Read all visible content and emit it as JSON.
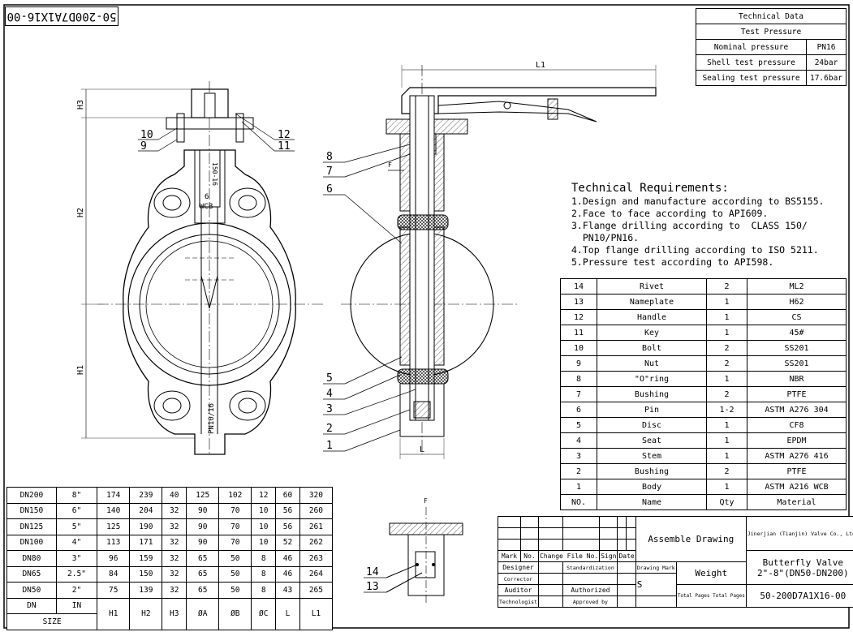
{
  "corner_code": "50-200D7A1X16-00",
  "technical_data": {
    "title": "Technical Data",
    "subtitle": "Test Pressure",
    "rows": [
      {
        "label": "Nominal pressure",
        "value": "PN16"
      },
      {
        "label": "Shell test pressure",
        "value": "24bar"
      },
      {
        "label": "Sealing test pressure",
        "value": "17.6bar"
      }
    ]
  },
  "technical_requirements": {
    "title": "Technical Requirements:",
    "lines": [
      "1.Design and manufacture according to BS5155.",
      "2.Face to face according to API609.",
      "3.Flange drilling according to  CLASS 150/",
      "  PN10/PN16.",
      "4.Top flange drilling according to ISO 5211.",
      "5.Pressure test according to API598."
    ]
  },
  "parts_list": {
    "header": {
      "no": "NO.",
      "name": "Name",
      "qty": "Qty",
      "material": "Material"
    },
    "rows": [
      {
        "no": "14",
        "name": "Rivet",
        "qty": "2",
        "material": "ML2"
      },
      {
        "no": "13",
        "name": "Nameplate",
        "qty": "1",
        "material": "H62"
      },
      {
        "no": "12",
        "name": "Handle",
        "qty": "1",
        "material": "CS"
      },
      {
        "no": "11",
        "name": "Key",
        "qty": "1",
        "material": "45#"
      },
      {
        "no": "10",
        "name": "Bolt",
        "qty": "2",
        "material": "SS201"
      },
      {
        "no": "9",
        "name": "Nut",
        "qty": "2",
        "material": "SS201"
      },
      {
        "no": "8",
        "name": "\"O\"ring",
        "qty": "1",
        "material": "NBR"
      },
      {
        "no": "7",
        "name": "Bushing",
        "qty": "2",
        "material": "PTFE"
      },
      {
        "no": "6",
        "name": "Pin",
        "qty": "1-2",
        "material": "ASTM A276 304"
      },
      {
        "no": "5",
        "name": "Disc",
        "qty": "1",
        "material": "CF8"
      },
      {
        "no": "4",
        "name": "Seat",
        "qty": "1",
        "material": "EPDM"
      },
      {
        "no": "3",
        "name": "Stem",
        "qty": "1",
        "material": "ASTM A276 416"
      },
      {
        "no": "2",
        "name": "Bushing",
        "qty": "2",
        "material": "PTFE"
      },
      {
        "no": "1",
        "name": "Body",
        "qty": "1",
        "material": "ASTM A216 WCB"
      }
    ]
  },
  "size_table": {
    "columns": [
      "H1",
      "H2",
      "H3",
      "ØA",
      "ØB",
      "ØC",
      "L",
      "L1"
    ],
    "dn_label": "DN",
    "in_label": "IN",
    "size_label": "SIZE",
    "rows": [
      {
        "dn": "DN200",
        "in": "8\"",
        "vals": [
          "174",
          "239",
          "40",
          "125",
          "102",
          "12",
          "60",
          "320"
        ]
      },
      {
        "dn": "DN150",
        "in": "6\"",
        "vals": [
          "140",
          "204",
          "32",
          "90",
          "70",
          "10",
          "56",
          "260"
        ]
      },
      {
        "dn": "DN125",
        "in": "5\"",
        "vals": [
          "125",
          "190",
          "32",
          "90",
          "70",
          "10",
          "56",
          "261"
        ]
      },
      {
        "dn": "DN100",
        "in": "4\"",
        "vals": [
          "113",
          "171",
          "32",
          "90",
          "70",
          "10",
          "52",
          "262"
        ]
      },
      {
        "dn": "DN80",
        "in": "3\"",
        "vals": [
          "96",
          "159",
          "32",
          "65",
          "50",
          "8",
          "46",
          "263"
        ]
      },
      {
        "dn": "DN65",
        "in": "2.5\"",
        "vals": [
          "84",
          "150",
          "32",
          "65",
          "50",
          "8",
          "46",
          "264"
        ]
      },
      {
        "dn": "DN50",
        "in": "2\"",
        "vals": [
          "75",
          "139",
          "32",
          "65",
          "50",
          "8",
          "43",
          "265"
        ]
      }
    ]
  },
  "title_block": {
    "drawing_type": "Assemble Drawing",
    "company": "Jinerjian (Tianjin) Valve Co., Ltd.",
    "product_name": "Butterfly Valve",
    "product_range": "2\"-8\"(DN50-DN200)",
    "drawing_number": "50-200D7A1X16-00",
    "labels": {
      "mark": "Mark",
      "no": "No.",
      "change_file_no": "Change File No.",
      "sign": "Sign",
      "date": "Date",
      "designer": "Designer",
      "standardization": "Standardization",
      "corrector": "Corrector",
      "auditor": "Auditor",
      "authorized": "Authorized",
      "technologist": "Technologist",
      "approved_by": "Approved by",
      "drawing_mark": "Drawing Mark",
      "weight": "Weight",
      "stage_mark": "S",
      "total": "Total",
      "pages": "Pages",
      "total2": "Total",
      "pages2": "Pages"
    }
  },
  "drawing_labels": {
    "h1": "H1",
    "h2": "H2",
    "h3": "H3",
    "l": "L",
    "l1": "L1",
    "f": "F",
    "body_mark": "PN10/16",
    "body_material": "WCB",
    "body_size": "6",
    "neck_mark": "150-16",
    "balloons": {
      "b1": "1",
      "b2": "2",
      "b3": "3",
      "b4": "4",
      "b5": "5",
      "b6": "6",
      "b7": "7",
      "b8": "8",
      "b9": "9",
      "b10": "10",
      "b11": "11",
      "b12": "12",
      "b13": "13",
      "b14": "14"
    }
  }
}
